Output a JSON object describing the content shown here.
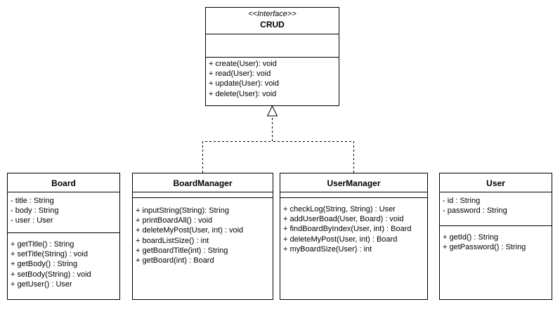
{
  "interface": {
    "stereotype": "<<Interface>>",
    "name": "CRUD",
    "methods": [
      "+ create(User): void",
      "+ read(User): void",
      "+ update(User): void",
      "+ delete(User): void"
    ]
  },
  "classes": {
    "board": {
      "name": "Board",
      "attributes": [
        "- title : String",
        "- body : String",
        "- user : User"
      ],
      "methods": [
        "+ getTitle() : String",
        "+ setTitle(String) : void",
        "+ getBody() : String",
        "+ setBody(String) : void",
        "+ getUser() : User"
      ]
    },
    "board_manager": {
      "name": "BoardManager",
      "attributes": [],
      "methods": [
        "+ inputString(String): String",
        "+ printBoardAll() : void",
        "+ deleteMyPost(User, int) : void",
        "+ boardListSize() : int",
        "+ getBoardTitle(int) : String",
        "+ getBoard(int) : Board"
      ]
    },
    "user_manager": {
      "name": "UserManager",
      "attributes": [],
      "methods": [
        "+ checkLog(String, String) : User",
        "+ addUserBoad(User, Board) : void",
        "+ findBoardByIndex(User, int) : Board",
        "+ deleteMyPost(User, int) : Board",
        "+ myBoardSize(User) : int"
      ]
    },
    "user": {
      "name": "User",
      "attributes": [
        "- id : String",
        "- password : String"
      ],
      "methods": [
        "+ getId() : String",
        "+ getPassword() : String"
      ]
    }
  },
  "colors": {
    "line": "#000000",
    "background": "#ffffff"
  }
}
